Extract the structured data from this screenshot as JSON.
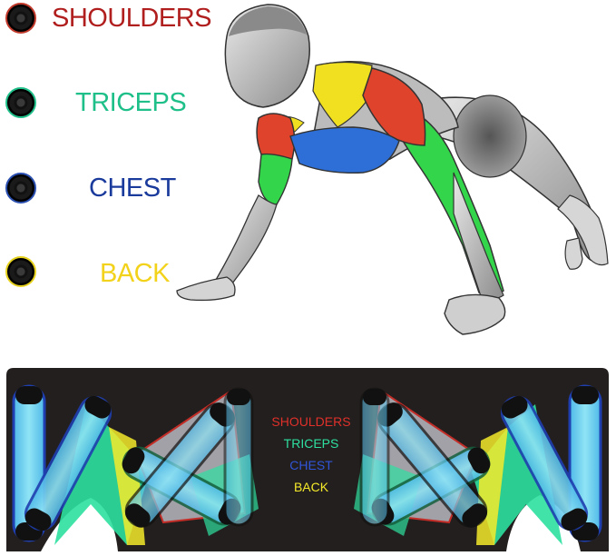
{
  "legend": {
    "items": [
      {
        "label": "SHOULDERS",
        "color": "#b01e1e",
        "ring": "#c0392b"
      },
      {
        "label": "TRICEPS",
        "color": "#1fbf8a",
        "ring": "#21c08b"
      },
      {
        "label": "CHEST",
        "color": "#1a3a9c",
        "ring": "#2a4fb0"
      },
      {
        "label": "BACK",
        "color": "#f2d21a",
        "ring": "#e6d21e"
      }
    ]
  },
  "figure": {
    "description": "push-up muscle illustration",
    "highlight_colors": {
      "shoulders": "#e0432b",
      "triceps": "#33d64a",
      "chest": "#2d6fd6",
      "back": "#f0e020",
      "body": "#bdbdbd"
    }
  },
  "board": {
    "base_color": "#231f1e",
    "legend": [
      {
        "label": "SHOULDERS",
        "color": "#e0302a"
      },
      {
        "label": "TRICEPS",
        "color": "#2ee0a0"
      },
      {
        "label": "CHEST",
        "color": "#3055d8"
      },
      {
        "label": "BACK",
        "color": "#f5ea2a"
      }
    ]
  }
}
